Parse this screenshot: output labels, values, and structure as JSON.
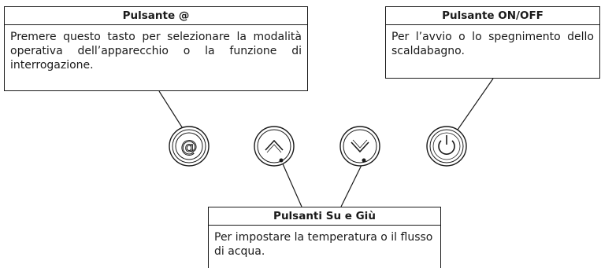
{
  "callouts": {
    "at_button": {
      "title": "Pulsante @",
      "text": "Premere questo tasto per selezionare la modalità operativa dell’apparecchio o la funzione di interrogazione."
    },
    "onoff_button": {
      "title": "Pulsante ON/OFF",
      "text": "Per l’avvio o lo spegnimento dello scaldabagno."
    },
    "updown_buttons": {
      "title": "Pulsanti Su e Giù",
      "text": "Per impostare la temperatura o il flusso di acqua."
    }
  },
  "buttons": [
    {
      "name": "at-button",
      "icon": "at-icon",
      "glyph": "@"
    },
    {
      "name": "up-button",
      "icon": "chevron-up-icon"
    },
    {
      "name": "down-button",
      "icon": "chevron-down-icon"
    },
    {
      "name": "power-button",
      "icon": "power-icon"
    }
  ]
}
